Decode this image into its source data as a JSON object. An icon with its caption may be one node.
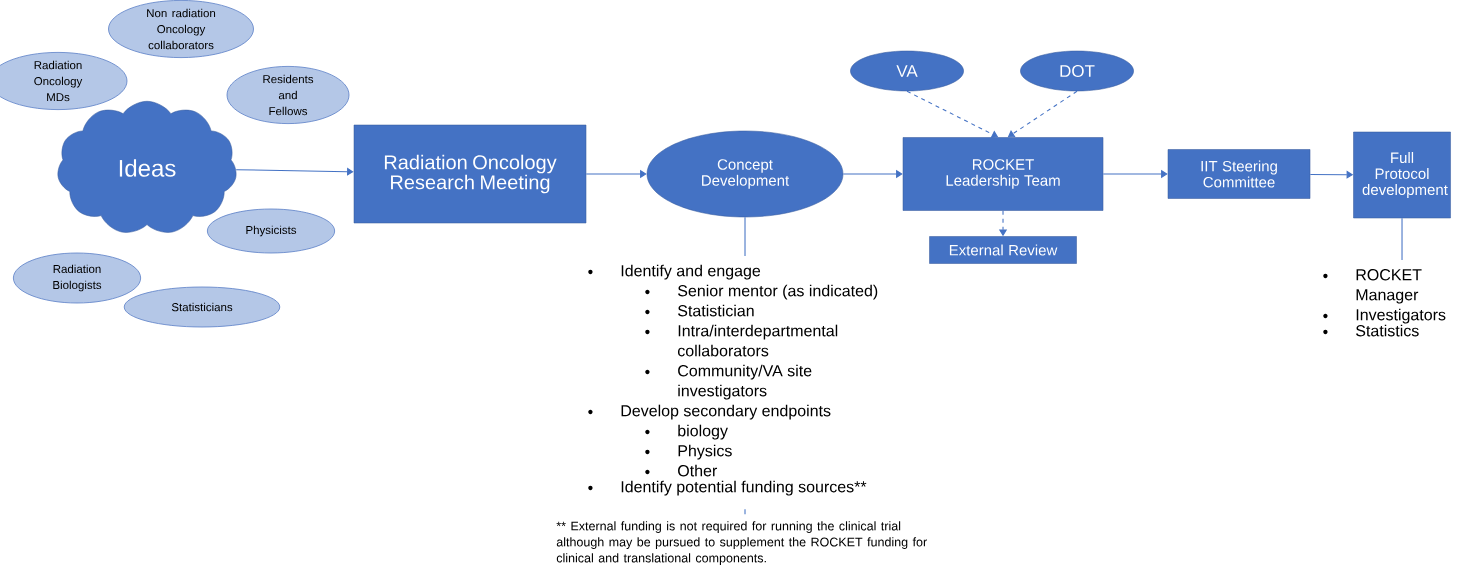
{
  "diagram": {
    "nodes": [
      {
        "text": [
          "Ideas"
        ]
      },
      {
        "text": [
          "Non radiation Oncology collaborators"
        ]
      },
      {
        "text": [
          "Radiation Oncology MDs"
        ]
      },
      {
        "text": [
          "Residents and Fellows"
        ]
      },
      {
        "text": [
          "Physicists"
        ]
      },
      {
        "text": [
          "Radiation Biologists"
        ]
      },
      {
        "text": [
          "Statisticians"
        ]
      },
      {
        "text": [
          "Radiation Oncology Research Meeting"
        ]
      },
      {
        "text": [
          "Concept Development"
        ]
      },
      {
        "text": [
          "ROCKET Leadership Team"
        ]
      },
      {
        "text": [
          "VA"
        ]
      },
      {
        "text": [
          "DOT"
        ]
      },
      {
        "text": [
          "External Review"
        ]
      },
      {
        "text": [
          "IIT Steering Committee"
        ]
      },
      {
        "text": [
          "Full Protocol development"
        ]
      },
      {
        "text": [
          "Identify and engage",
          "Senior mentor (as indicated)",
          "Statistician",
          "Intra/interdepartmental collaborators",
          "Community/VA site investigators",
          "Develop secondary endpoints",
          "biology",
          "Physics",
          "Other",
          "Identify potential funding sources**"
        ]
      },
      {
        "text": [
          "** External funding is not required for running the clinical trial although may be pursued to supplement the ROCKET funding for clinical and translational components."
        ]
      },
      {
        "text": [
          "ROCKET Manager",
          "Investigators",
          "Statistics"
        ]
      }
    ],
    "edges": [
      {
        "from": 0,
        "to": 7,
        "arrow": "to"
      },
      {
        "from": 7,
        "to": 8,
        "arrow": "to"
      },
      {
        "from": 8,
        "to": 9,
        "arrow": "to"
      },
      {
        "from": 10,
        "to": 9,
        "arrow": "to",
        "style": "dashed"
      },
      {
        "from": 11,
        "to": 9,
        "arrow": "to",
        "style": "dashed"
      },
      {
        "from": 9,
        "to": 12,
        "arrow": "to",
        "style": "dashed"
      },
      {
        "from": 9,
        "to": 13,
        "arrow": "to"
      },
      {
        "from": 13,
        "to": 14,
        "arrow": "to"
      },
      {
        "from": 8,
        "to": 15,
        "arrow": "none"
      },
      {
        "from": 15,
        "to": 16,
        "arrow": "none"
      },
      {
        "from": 14,
        "to": 17,
        "arrow": "none"
      }
    ]
  }
}
